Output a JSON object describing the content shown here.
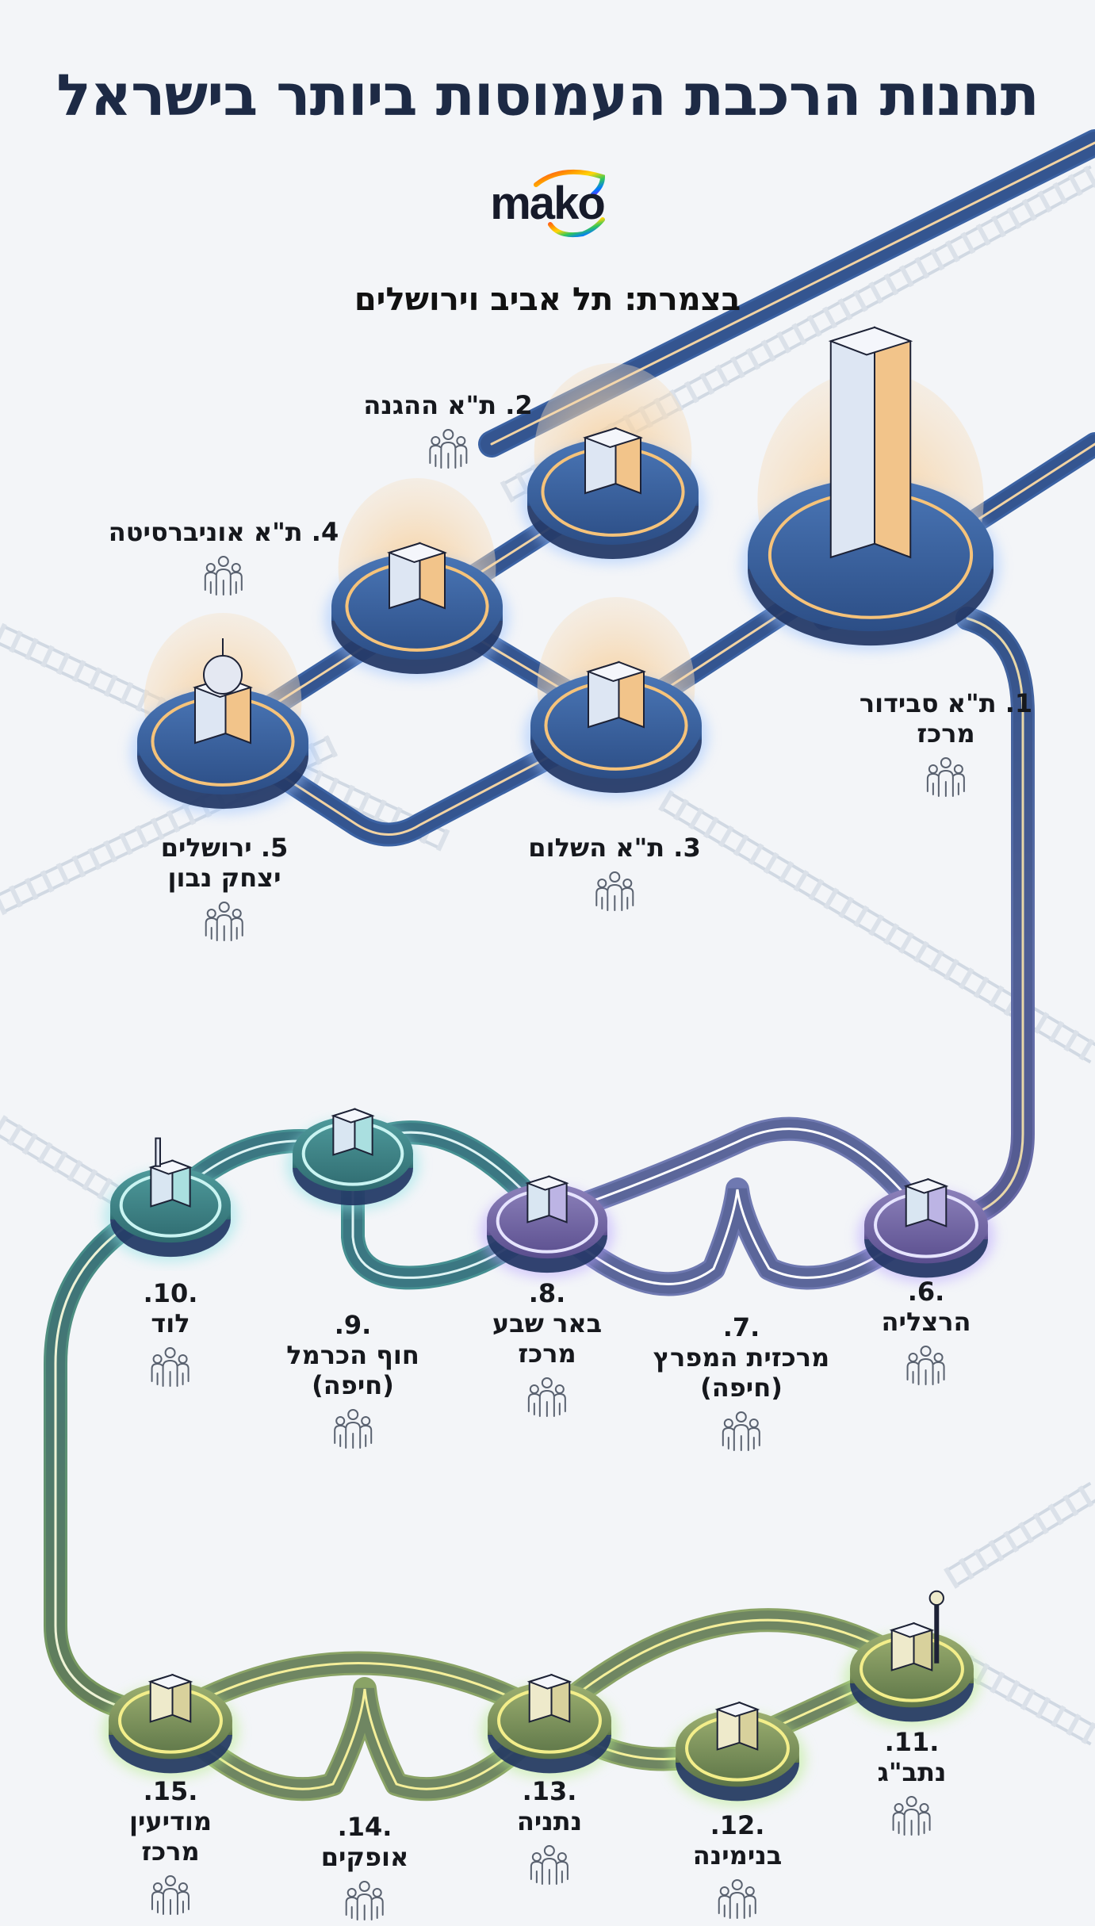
{
  "header": {
    "title": "תחנות הרכבת העמוסות ביותר בישראל",
    "logo_text": "mako",
    "subtitle": "בצמרת: תל אביב וירושלים"
  },
  "colors": {
    "title": "#1d2a45",
    "background": "#f3f5f8",
    "group_top_track": "#3a5f9c",
    "group_top_glow": "#f7c98c",
    "group_middle_purple": "#7d6aa8",
    "group_middle_teal": "#3f8a8c",
    "group_bottom_green": "#7d9a5a",
    "background_rails": "#c8d2de"
  },
  "stations": [
    {
      "rank": "1.",
      "name_lines": [
        "ת\"א סבידור",
        "מרכז"
      ],
      "icon": "office-tower-icon",
      "group": "top",
      "people_icon": "people-icon"
    },
    {
      "rank": "2.",
      "name_lines": [
        "ת\"א ההגנה"
      ],
      "icon": "arched-station-icon",
      "group": "top",
      "people_icon": "people-icon"
    },
    {
      "rank": "3.",
      "name_lines": [
        "ת\"א השלום"
      ],
      "icon": "arched-station-icon",
      "group": "top",
      "people_icon": "people-icon"
    },
    {
      "rank": "4.",
      "name_lines": [
        "ת\"א אוניברסיטה"
      ],
      "icon": "university-building-icon",
      "group": "top",
      "people_icon": "people-icon"
    },
    {
      "rank": "5.",
      "name_lines": [
        "ירושלים",
        "יצחק נבון"
      ],
      "icon": "domed-building-icon",
      "group": "top",
      "people_icon": "people-icon"
    },
    {
      "rank": ".6.",
      "name_lines": [
        "הרצליה"
      ],
      "icon": "office-building-icon",
      "group": "middle",
      "people_icon": "people-icon"
    },
    {
      "rank": ".7.",
      "name_lines": [
        "מרכזית המפרץ",
        "(חיפה)"
      ],
      "icon": "",
      "group": "middle",
      "people_icon": "people-icon"
    },
    {
      "rank": ".8.",
      "name_lines": [
        "באר שבע",
        "מרכז"
      ],
      "icon": "modern-building-icon",
      "group": "middle",
      "people_icon": "people-icon"
    },
    {
      "rank": ".9.",
      "name_lines": [
        "חוף הכרמל",
        "(חיפה)"
      ],
      "icon": "glass-building-icon",
      "group": "middle",
      "people_icon": "people-icon"
    },
    {
      "rank": ".10.",
      "name_lines": [
        "לוד"
      ],
      "icon": "factory-building-icon",
      "group": "middle",
      "people_icon": "people-icon"
    },
    {
      "rank": ".11.",
      "name_lines": [
        "נתב\"ג"
      ],
      "icon": "airport-icon",
      "group": "bottom",
      "people_icon": "people-icon"
    },
    {
      "rank": ".12.",
      "name_lines": [
        "בנימינה"
      ],
      "icon": "small-station-icon",
      "group": "bottom",
      "people_icon": "people-icon"
    },
    {
      "rank": ".13.",
      "name_lines": [
        "נתניה"
      ],
      "icon": "station-building-icon",
      "group": "bottom",
      "people_icon": "people-icon"
    },
    {
      "rank": ".14.",
      "name_lines": [
        "אופקים"
      ],
      "icon": "",
      "group": "bottom",
      "people_icon": "people-icon"
    },
    {
      "rank": ".15.",
      "name_lines": [
        "מודיעין",
        "מרכז"
      ],
      "icon": "station-complex-icon",
      "group": "bottom",
      "people_icon": "people-icon"
    }
  ]
}
